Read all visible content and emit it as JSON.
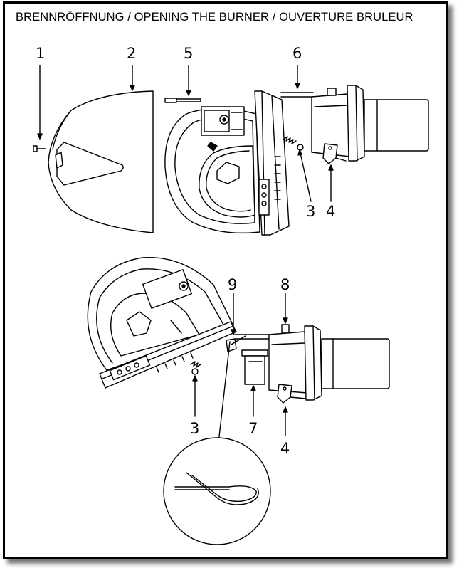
{
  "title": "BRENNRÖFFNUNG / OPENING THE BURNER / OUVERTURE BRULEUR",
  "callouts": {
    "c1": "1",
    "c2": "2",
    "c5": "5",
    "c6": "6",
    "c3a": "3",
    "c4a": "4",
    "c9": "9",
    "c8": "8",
    "c3b": "3",
    "c7": "7",
    "c4b": "4"
  },
  "colors": {
    "line": "#000000",
    "background": "#ffffff",
    "shade": "#d8d8d8"
  }
}
